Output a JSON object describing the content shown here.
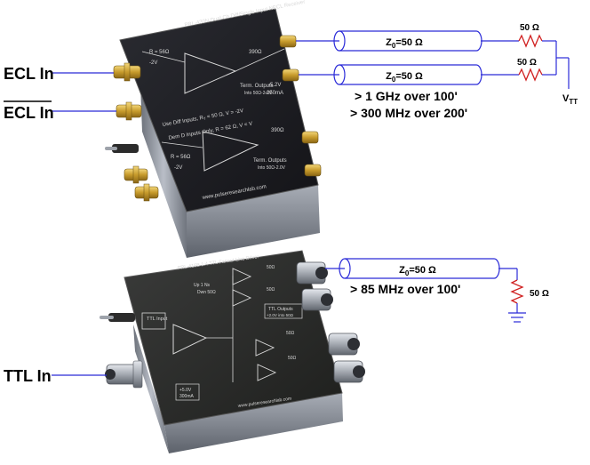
{
  "colors": {
    "wire": "#2a2ad8",
    "coax": "#2a2ad8",
    "resistor": "#d02020",
    "box_dark": "#1c1c20",
    "box_side": "#8a8f98",
    "connector": "#c9a43a",
    "bnc": "#b7bcc4",
    "text": "#000000"
  },
  "inputs": {
    "ecl_in": "ECL In",
    "ecl_in_bar": "ECL In",
    "ttl_in": "TTL In"
  },
  "ecl_receiver": {
    "title": "PRL-430N Dual Ch Diff/Single Input NECL Receiver",
    "panel_line1": "Use Diff Inputs, R",
    "panel_line1_sub": "T",
    "panel_line1_tail": " = 50 Ω, V",
    "panel_line1_tail2": " = -2V",
    "panel_line2": "Dem D Inputs Only, R",
    "panel_line2_tail": " = 62 Ω, V",
    "panel_line2_tail2": " = V",
    "supply_v": "-5.2V",
    "supply_i": "-250mA",
    "term_outputs": "Term. Outputs",
    "term_outputs_sub": "Into 50Ω-2.0V",
    "rt_label": "R  = 56Ω",
    "minus2v": "-2V",
    "out_res": "390Ω",
    "url": "www.pulseresearchlab.com"
  },
  "ttl_driver": {
    "title": "PRL-416B 1:4 TTL Fanout Line Driver",
    "ttl_input": "TTL Input",
    "up_to": "Up 1 Ns",
    "down": "Dwn 50Ω",
    "ttl_outputs": "TTL Outputs",
    "ttl_outputs_sub": "+2.0V into 50Ω",
    "supply": "+5.0V",
    "supply_i": "300mA",
    "out_res": "50Ω",
    "url": "www.pulseresearchlab.com"
  },
  "lines": {
    "z0_top": "Z",
    "z0_sub": "0",
    "z0_value": "=50 Ω",
    "res_top": "50 Ω",
    "res_mid": "50 Ω",
    "vtt": "V",
    "vtt_sub": "TT",
    "perf_1": "> 1 GHz over 100'",
    "perf_2": "> 300 MHz over 200'",
    "perf_3": "> 85 MHz over 100'",
    "res_ttl": "50 Ω"
  }
}
